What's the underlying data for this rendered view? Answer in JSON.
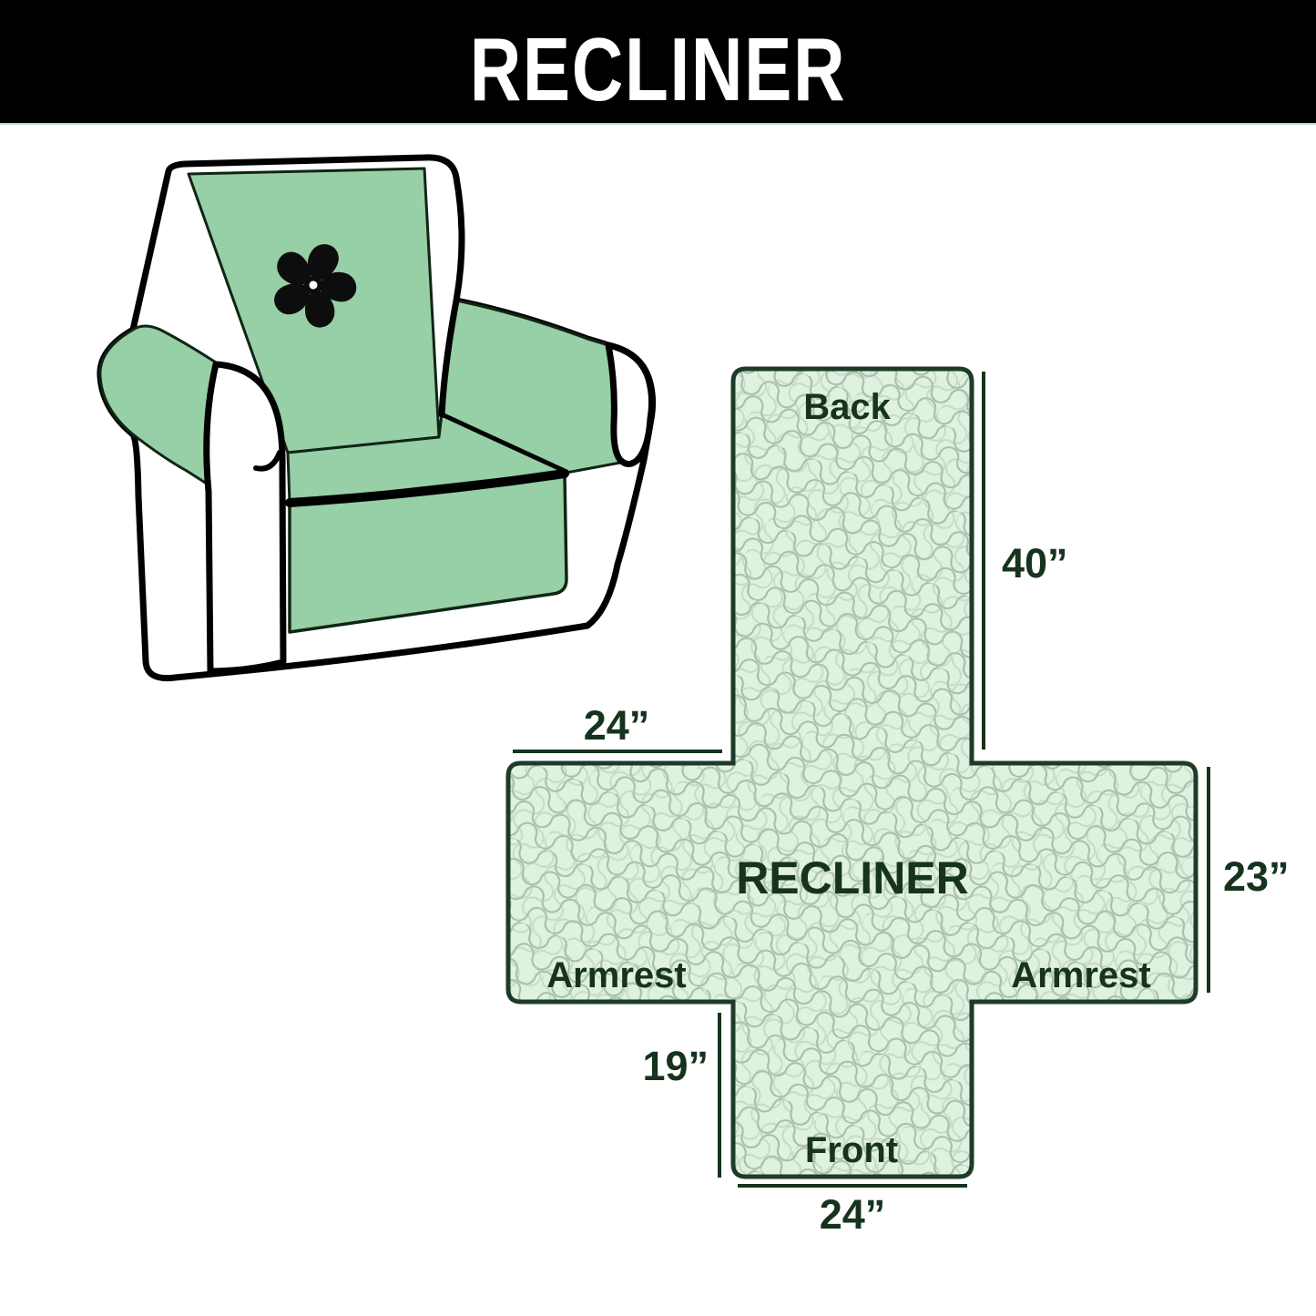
{
  "banner": {
    "title": "RECLINER",
    "bg_color": "#000000",
    "text_color": "#ffffff"
  },
  "chair": {
    "cover_color": "#97cfa6",
    "outline_color": "#000000",
    "logo": "pinwheel"
  },
  "cross": {
    "fill_color": "#def0de",
    "squiggle_color": "#a2b7a4",
    "outline_color": "#1d3c28",
    "center_label": "RECLINER",
    "back_label": "Back",
    "front_label": "Front",
    "armrest_left_label": "Armrest",
    "armrest_right_label": "Armrest",
    "dims": {
      "back_height": "40”",
      "top_width": "24”",
      "armrest_depth": "23”",
      "front_skirt_height": "19”",
      "front_width": "24”"
    }
  }
}
